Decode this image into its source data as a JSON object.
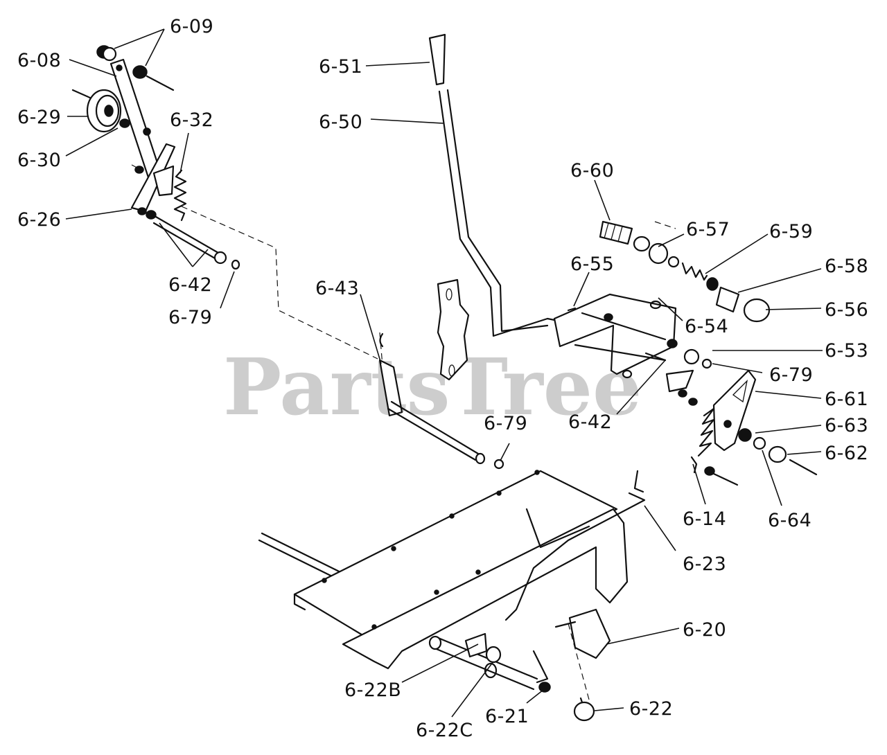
{
  "watermark": "PartsTree",
  "colors": {
    "ink": "#111111",
    "background": "#ffffff",
    "watermark": "#bdbdbd"
  },
  "callouts": [
    "6-09",
    "6-08",
    "6-29",
    "6-32",
    "6-30",
    "6-26",
    "6-42",
    "6-79",
    "6-51",
    "6-50",
    "6-60",
    "6-57",
    "6-59",
    "6-58",
    "6-55",
    "6-56",
    "6-43",
    "6-54",
    "6-53",
    "6-79",
    "6-61",
    "6-42",
    "6-63",
    "6-79",
    "6-62",
    "6-14",
    "6-64",
    "6-23",
    "6-20",
    "6-22B",
    "6-22C",
    "6-21",
    "6-22"
  ]
}
